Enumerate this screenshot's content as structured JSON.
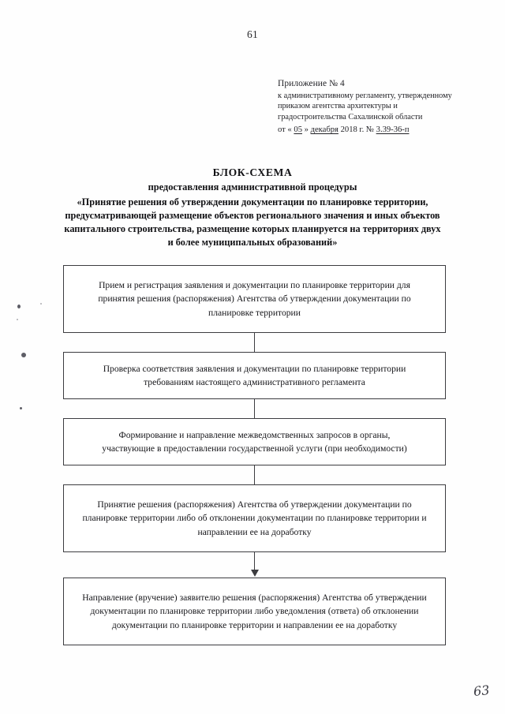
{
  "document": {
    "page_number_top": "61",
    "page_number_bottom_handwritten": "63"
  },
  "approval": {
    "appendix": "Приложение № 4",
    "line_2": "к административному регламенту, утвержденному",
    "line_3": "приказом агентства архитектуры и",
    "line_4": "градостроительства Сахалинской области",
    "date_prefix": "от «",
    "date_day": "05",
    "date_mid": "»",
    "date_month": "декабря",
    "date_year": "2018 г. №",
    "date_number": "3.39-36-п"
  },
  "title": {
    "main": "БЛОК-СХЕМА",
    "subtitle": "предоставления административной процедуры",
    "quote_line_1": "«Принятие решения об утверждении документации по планировке территории,",
    "quote_line_2": "предусматривающей размещение объектов регионального значения и иных объектов",
    "quote_line_3": "капитального строительства, размещение которых планируется на территориях двух",
    "quote_line_4": "и более муниципальных образований»"
  },
  "flowchart": {
    "type": "flowchart",
    "orientation": "vertical",
    "nodes": [
      {
        "id": "node-1",
        "text": "Прием и регистрация заявления и документации по планировке территории для\nпринятия решения (распоряжения) Агентства об утверждении документации по\nпланировке территории"
      },
      {
        "id": "node-2",
        "text": "Проверка соответствия заявления и документации по планировке территории\nтребованиям настоящего административного регламента"
      },
      {
        "id": "node-3",
        "text": "Формирование и направление межведомственных запросов в органы,\nучаствующие в предоставлении государственной услуги (при необходимости)"
      },
      {
        "id": "node-4",
        "text": "Принятие решения (распоряжения) Агентства об утверждении документации по\nпланировке территории либо об отклонении документации по планировке территории и\nнаправлении ее на доработку"
      },
      {
        "id": "node-5",
        "text": "Направление (вручение) заявителю решения (распоряжения) Агентства об утверждении\nдокументации по планировке территории либо уведомления (ответа) об отклонении\nдокументации по планировке территории и направлении ее на доработку"
      }
    ],
    "connectors": [
      {
        "from": "node-1",
        "to": "node-2",
        "arrowhead": false
      },
      {
        "from": "node-2",
        "to": "node-3",
        "arrowhead": false
      },
      {
        "from": "node-3",
        "to": "node-4",
        "arrowhead": false
      },
      {
        "from": "node-4",
        "to": "node-5",
        "arrowhead": true
      }
    ]
  }
}
